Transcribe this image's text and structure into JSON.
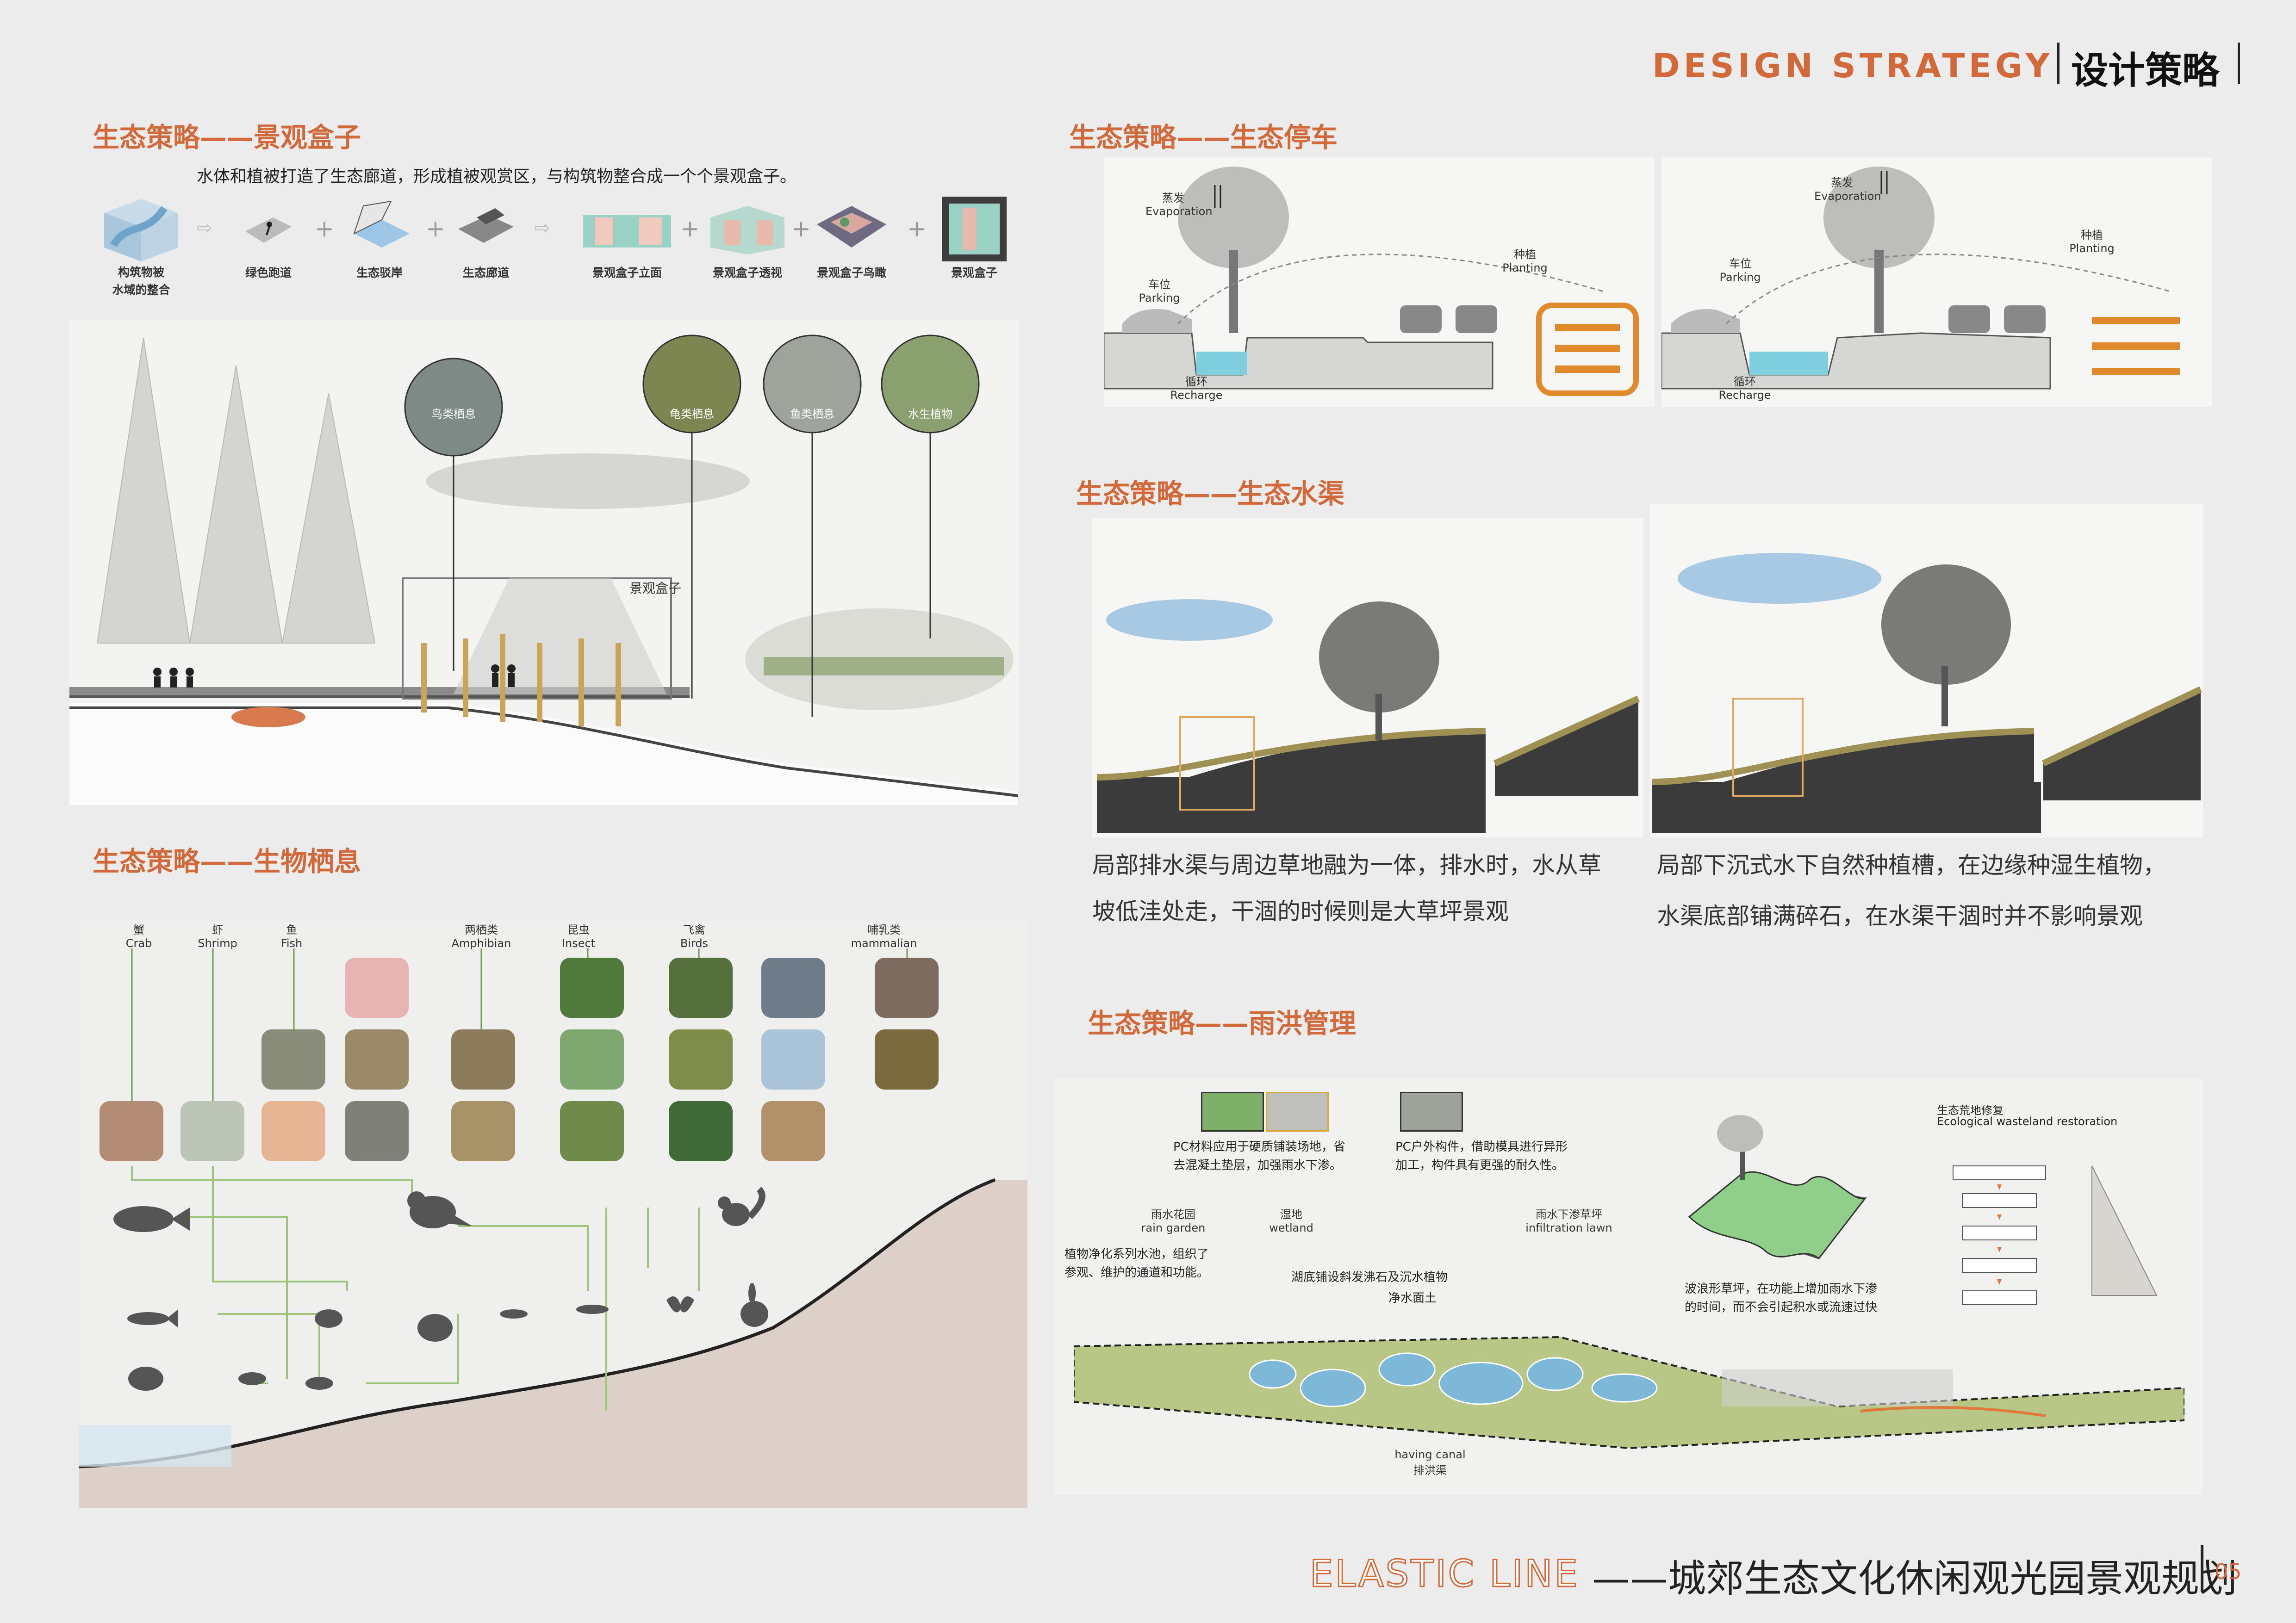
{
  "header": {
    "design_strategy": "DESIGN STRATEGY",
    "cn_title": "设计策略"
  },
  "landscape_box": {
    "title": "生态策略——景观盒子",
    "intro": "水体和植被打造了生态廊道，形成植被观赏区，与构筑物整合成一个个景观盒子。",
    "steps": [
      "构筑物被\n水域的整合",
      "绿色跑道",
      "生态驳岸",
      "生态廊道",
      "景观盒子立面",
      "景观盒子透视",
      "景观盒子鸟瞰",
      "景观盒子"
    ],
    "section_label": "景观盒子",
    "circles": [
      "鸟类栖息",
      "龟类栖息",
      "鱼类栖息",
      "水生植物"
    ]
  },
  "parking": {
    "title": "生态策略——生态停车",
    "labels": {
      "evaporation_cn": "蒸发",
      "evaporation_en": "Evaporation",
      "planting_cn": "种植",
      "planting_en": "Planting",
      "parking_cn": "车位",
      "parking_en": "Parking",
      "recharge_cn": "循环",
      "recharge_en": "Recharge"
    }
  },
  "canal": {
    "title": "生态策略——生态水渠",
    "left_desc": [
      "局部排水渠与周边草地融为一体，排水时，水从草",
      "坡低洼处走，干涸的时候则是大草坪景观"
    ],
    "right_desc": [
      "局部下沉式水下自然种植槽，在边缘种湿生植物，",
      "水渠底部铺满碎石，在水渠干涸时并不影响景观"
    ]
  },
  "habitat": {
    "title": "生态策略——生物栖息",
    "categories": [
      {
        "cn": "蟹",
        "en": "Crab"
      },
      {
        "cn": "虾",
        "en": "Shrimp"
      },
      {
        "cn": "鱼",
        "en": "Fish"
      },
      {
        "cn": "两栖类",
        "en": "Amphibian"
      },
      {
        "cn": "昆虫",
        "en": "Insect"
      },
      {
        "cn": "飞禽",
        "en": "Birds"
      },
      {
        "cn": "哺乳类",
        "en": "mammalian"
      }
    ]
  },
  "stormwater": {
    "title": "生态策略——雨洪管理",
    "pc_material": [
      "PC材料应用于硬质铺装场地，省",
      "去混凝土垫层，加强雨水下渗。"
    ],
    "pc_outdoor": [
      "PC户外构件，借助模具进行异形",
      "加工，构件具有更强的耐久性。"
    ],
    "rain_garden_cn": "雨水花园",
    "rain_garden_en": "rain garden",
    "wetland_cn": "湿地",
    "wetland_en": "wetland",
    "infiltration_cn": "雨水下渗草坪",
    "infiltration_en": "infiltration lawn",
    "plant_purify": [
      "植物净化系列水池，组织了",
      "参观、维护的通道和功能。"
    ],
    "lake_bottom": "湖底铺设斜发沸石及沉水植物",
    "purify_soil": "净水面土",
    "wave_lawn": [
      "波浪形草坪，在功能上增加雨水下渗",
      "的时间，而不会引起积水或流速过快"
    ],
    "eco_restore_cn": "生态荒地修复",
    "eco_restore_en": "Ecological wasteland restoration",
    "canal_en": "having canal",
    "canal_cn": "排洪渠"
  },
  "footer": {
    "elastic": "ELASTIC LINE",
    "subtitle": "——城郊生态文化休闲观光园景观规划",
    "page": "05"
  },
  "colors": {
    "accent": "#d2693a",
    "background": "#ececec",
    "green_line": "#9cc47a"
  }
}
